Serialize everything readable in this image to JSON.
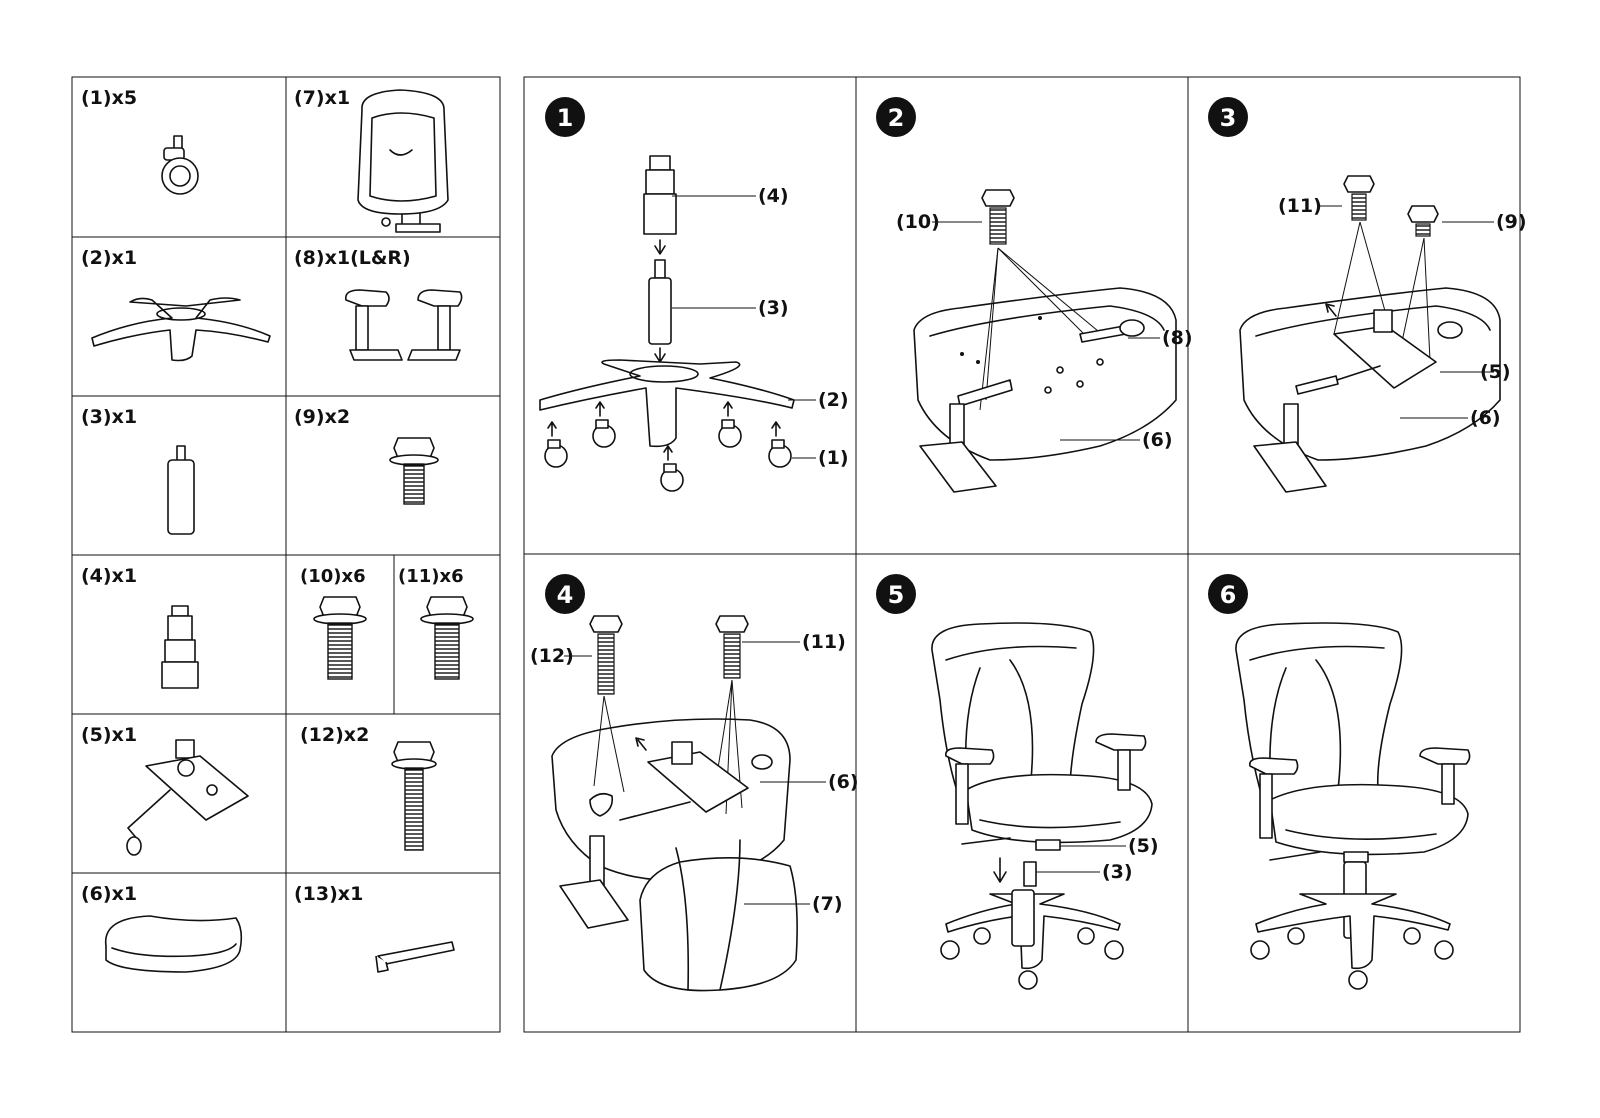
{
  "parts": [
    {
      "id": "p1",
      "label": "(1)x5"
    },
    {
      "id": "p7",
      "label": "(7)x1"
    },
    {
      "id": "p2",
      "label": "(2)x1"
    },
    {
      "id": "p8",
      "label": "(8)x1(L&R)"
    },
    {
      "id": "p3",
      "label": "(3)x1"
    },
    {
      "id": "p9",
      "label": "(9)x2"
    },
    {
      "id": "p4",
      "label": "(4)x1"
    },
    {
      "id": "p10",
      "label": "(10)x6"
    },
    {
      "id": "p11",
      "label": "(11)x6"
    },
    {
      "id": "p5",
      "label": "(5)x1"
    },
    {
      "id": "p12",
      "label": "(12)x2"
    },
    {
      "id": "p6",
      "label": "(6)x1"
    },
    {
      "id": "p13",
      "label": "(13)x1"
    }
  ],
  "steps": [
    {
      "number": "1",
      "callouts": [
        "(4)",
        "(3)",
        "(2)",
        "(1)"
      ]
    },
    {
      "number": "2",
      "callouts": [
        "(10)",
        "(8)",
        "(6)"
      ]
    },
    {
      "number": "3",
      "callouts": [
        "(11)",
        "(9)",
        "(5)",
        "(6)"
      ]
    },
    {
      "number": "4",
      "callouts": [
        "(12)",
        "(11)",
        "(6)",
        "(7)"
      ]
    },
    {
      "number": "5",
      "callouts": [
        "(5)",
        "(3)"
      ]
    },
    {
      "number": "6",
      "callouts": []
    }
  ],
  "icons": [
    "caster-icon",
    "headrest-back-icon",
    "star-base-icon",
    "armrest-pair-icon",
    "gas-lift-icon",
    "hex-bolt-icon",
    "cylinder-cover-icon",
    "mechanism-plate-icon",
    "seat-cushion-icon",
    "allen-key-icon",
    "chair-icon"
  ]
}
